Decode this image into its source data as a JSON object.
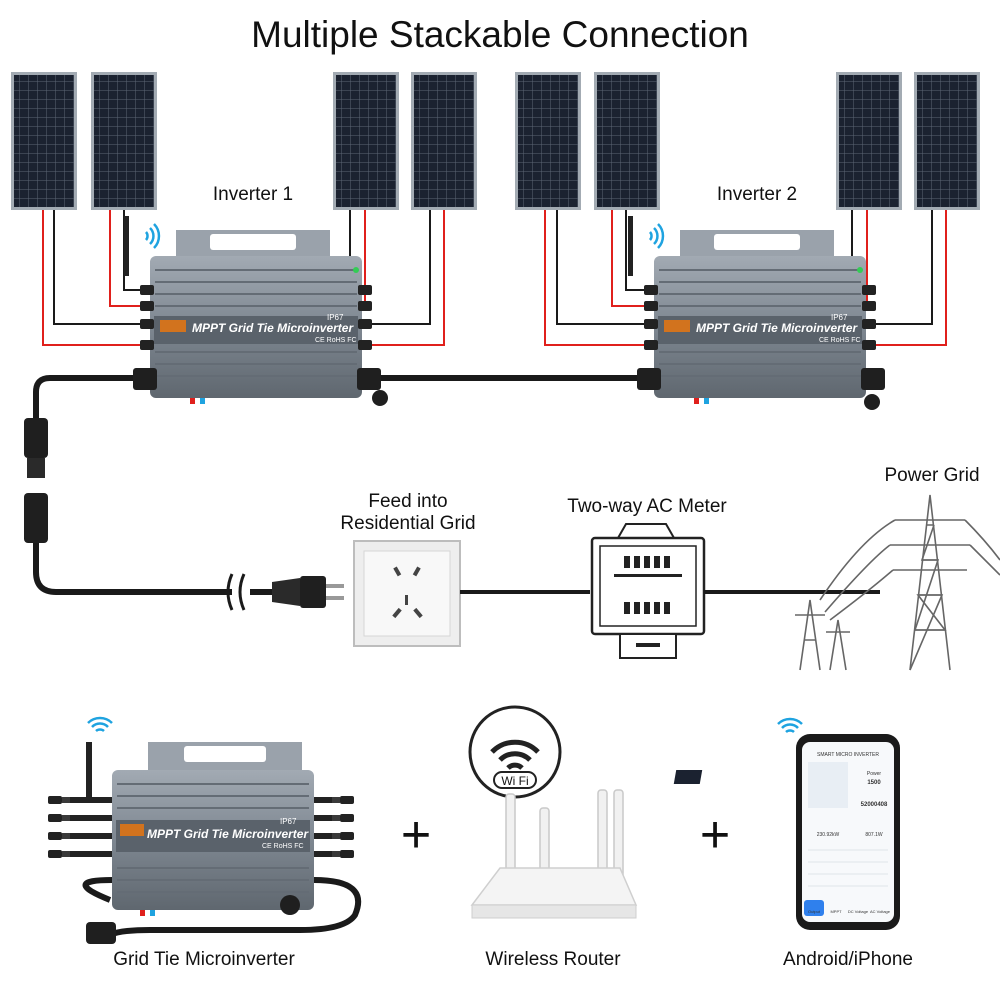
{
  "title": "Multiple Stackable Connection",
  "inverters": [
    {
      "label": "Inverter 1",
      "brand": "MPPT Grid Tie Microinverter",
      "rating": "IP67",
      "certs": "CE RoHS FC"
    },
    {
      "label": "Inverter 2",
      "brand": "MPPT Grid Tie Microinverter",
      "rating": "IP67",
      "certs": "CE RoHS FC"
    }
  ],
  "grid_labels": {
    "feed_line1": "Feed into",
    "feed_line2": "Residential Grid",
    "meter": "Two-way AC Meter",
    "power_grid": "Power Grid"
  },
  "bottom": {
    "inverter_caption": "Grid Tie Microinverter",
    "router_caption": "Wireless Router",
    "phone_caption": "Android/iPhone",
    "plus1": "+",
    "plus2": "+",
    "wifi_badge": "Wi Fi",
    "inverter_brand": "MPPT Grid Tie Microinverter",
    "inverter_rating": "IP67",
    "inverter_certs": "CE RoHS FC"
  },
  "phone_app": {
    "header": "SMART MICRO INVERTER",
    "power_label": "Power",
    "power_value": "1500",
    "energy_value": "52000408",
    "stat1_value": "230.92kW",
    "stat2_value": "807.1W",
    "tabs": [
      "Output",
      "MPPT",
      "DC Voltage",
      "AC Voltage"
    ]
  },
  "colors": {
    "panel": "#1b2230",
    "panel_frame": "#9aa3ad",
    "inverter_body": "#7e8791",
    "inverter_fin": "#636b74",
    "red_wire": "#e0201c",
    "black_wire": "#1a1a1a",
    "wifi": "#1fa3e0"
  }
}
